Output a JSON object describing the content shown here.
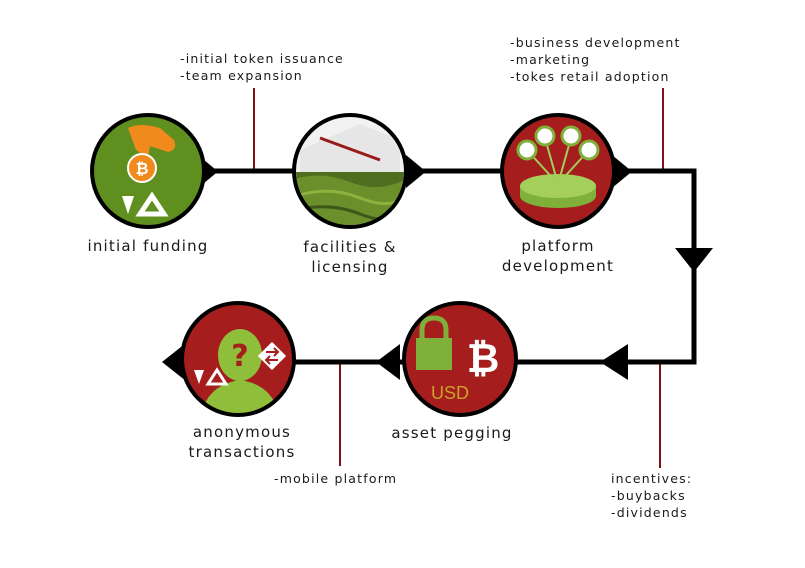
{
  "stages": [
    {
      "id": "initial-funding",
      "label_lines": [
        "initial funding"
      ]
    },
    {
      "id": "facilities-licensing",
      "label_lines": [
        "facilities &",
        "licensing"
      ]
    },
    {
      "id": "platform-development",
      "label_lines": [
        "platform",
        "development"
      ]
    },
    {
      "id": "asset-pegging",
      "label_lines": [
        "asset pegging"
      ],
      "icon_text": "USD"
    },
    {
      "id": "anonymous-transactions",
      "label_lines": [
        "anonymous",
        "transactions"
      ]
    }
  ],
  "notes": [
    {
      "id": "funding-notes",
      "lines": [
        "-initial token issuance",
        "-team expansion"
      ]
    },
    {
      "id": "development-notes",
      "lines": [
        "-business development",
        "-marketing",
        "-tokes retail adoption"
      ]
    },
    {
      "id": "incentives-notes",
      "lines": [
        "incentives:",
        "-buybacks",
        "-dividends"
      ]
    },
    {
      "id": "mobile-notes",
      "lines": [
        "-mobile platform"
      ]
    }
  ],
  "colors": {
    "line": "#000000",
    "note_line": "#7a1414",
    "green": "#5e8f1f",
    "light_green": "#8fbf3a",
    "red": "#a51d1d",
    "orange": "#f08a1c",
    "gold": "#c9a227"
  }
}
